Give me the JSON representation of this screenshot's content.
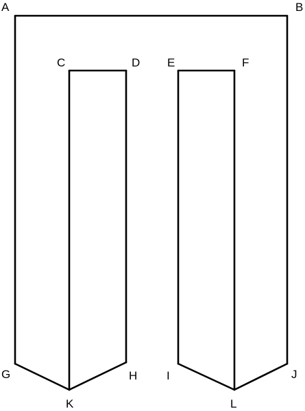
{
  "diagram": {
    "vertex_labels": {
      "A": "A",
      "B": "B",
      "C": "C",
      "D": "D",
      "E": "E",
      "F": "F",
      "G": "G",
      "H": "H",
      "I": "I",
      "J": "J",
      "K": "K",
      "L": "L"
    },
    "line_color": "#000000",
    "background_color": "#ffffff"
  }
}
